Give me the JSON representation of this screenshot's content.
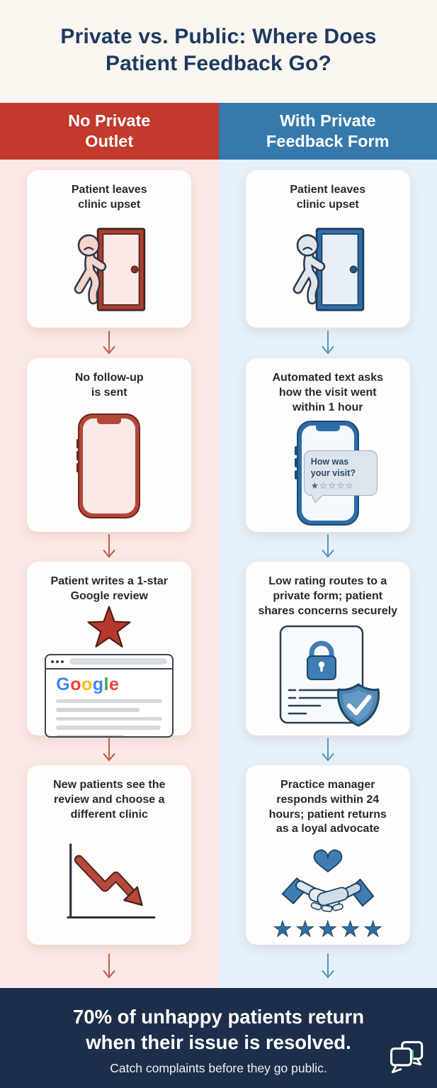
{
  "title": "Private vs. Public: Where Does\nPatient Feedback Go?",
  "left_column": {
    "header": "No Private\nOutlet",
    "accent_color": "#c13a2b",
    "background_color": "#fce8e4",
    "cards": [
      {
        "title": "Patient leaves\nclinic upset",
        "icon": "door-exit-icon"
      },
      {
        "title": "No follow-up\nis sent",
        "icon": "phone-icon"
      },
      {
        "title": "Patient writes a 1-star\nGoogle review",
        "icon": "star-google-browser-icon"
      },
      {
        "title": "New patients see the\nreview and choose a\ndifferent clinic",
        "icon": "declining-chart-icon"
      }
    ]
  },
  "right_column": {
    "header": "With Private\nFeedback Form",
    "accent_color": "#3679ad",
    "background_color": "#e6f1f9",
    "cards": [
      {
        "title": "Patient leaves\nclinic upset",
        "icon": "door-exit-icon"
      },
      {
        "title": "Automated text asks\nhow the visit went\nwithin 1 hour",
        "icon": "phone-message-icon"
      },
      {
        "title": "Low rating routes to a\nprivate form; patient\nshares concerns securely",
        "icon": "secure-form-shield-icon"
      },
      {
        "title": "Practice manager\nresponds within 24\nhours; patient returns\nas a loyal advocate",
        "icon": "handshake-heart-icon"
      }
    ]
  },
  "sms_bubble": {
    "message": "How was\nyour visit?",
    "star_filled": "★",
    "stars_empty": "☆☆☆☆"
  },
  "google_logo": {
    "letters": [
      {
        "ch": "G",
        "color": "#4285F4"
      },
      {
        "ch": "o",
        "color": "#EA4335"
      },
      {
        "ch": "o",
        "color": "#FBBC05"
      },
      {
        "ch": "g",
        "color": "#4285F4"
      },
      {
        "ch": "l",
        "color": "#34A853"
      },
      {
        "ch": "e",
        "color": "#EA4335"
      }
    ]
  },
  "advocate_stars": "★★★★★",
  "footer": {
    "headline": "70% of unhappy patients return\nwhen their issue is resolved.",
    "subtext": "Catch complaints before they go public.",
    "icon_green": "#3fc488",
    "background_color": "#1c2e4a"
  },
  "colors": {
    "title_navy": "#1d3a5f",
    "card_background": "#fffdfb",
    "negative_arrow": "#bf4a3e",
    "positive_arrow": "#4b8cb8"
  }
}
